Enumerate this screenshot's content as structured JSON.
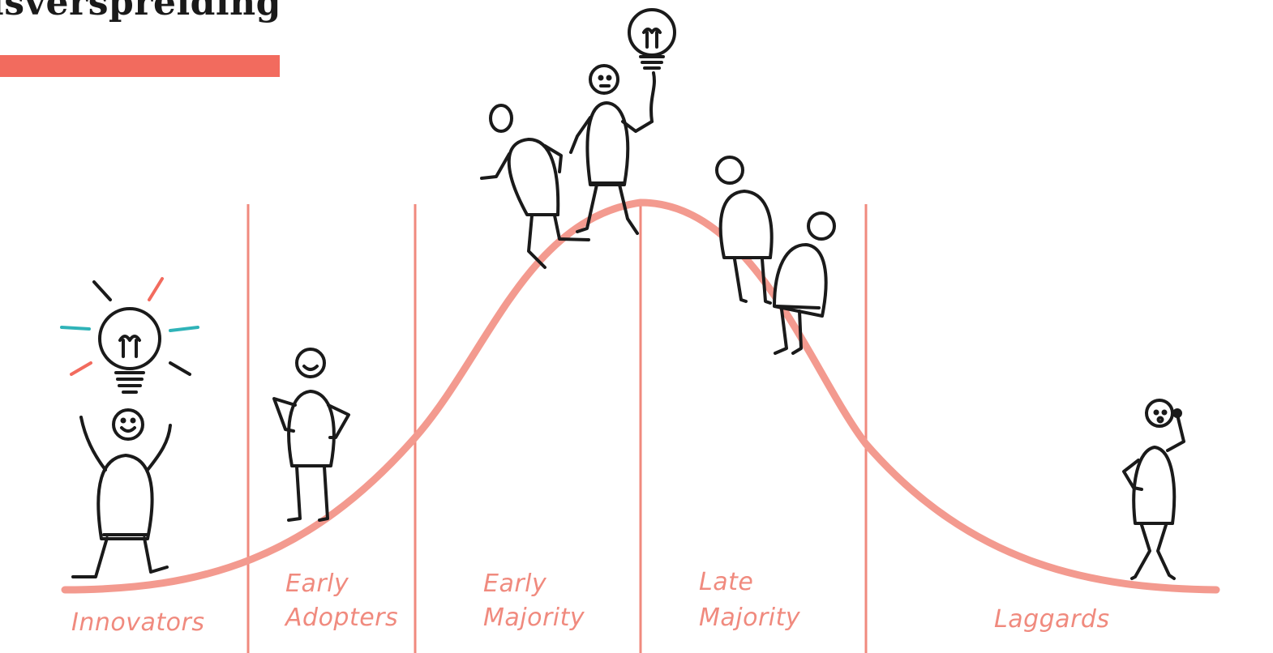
{
  "title": "isverspreiding",
  "colors": {
    "accent": "#f26b5e",
    "curve": "#f39a8f",
    "divider": "#f08a7e",
    "ink": "#1a1a1a",
    "teal": "#2fb3b8"
  },
  "segments": [
    {
      "line1": "",
      "line2": "Innovators"
    },
    {
      "line1": "Early",
      "line2": "Adopters"
    },
    {
      "line1": "Early",
      "line2": "Majority"
    },
    {
      "line1": "Late",
      "line2": "Majority"
    },
    {
      "line1": "",
      "line2": "Laggards"
    }
  ],
  "icons": [
    "lightbulb-icon",
    "stick-figure-icon"
  ]
}
